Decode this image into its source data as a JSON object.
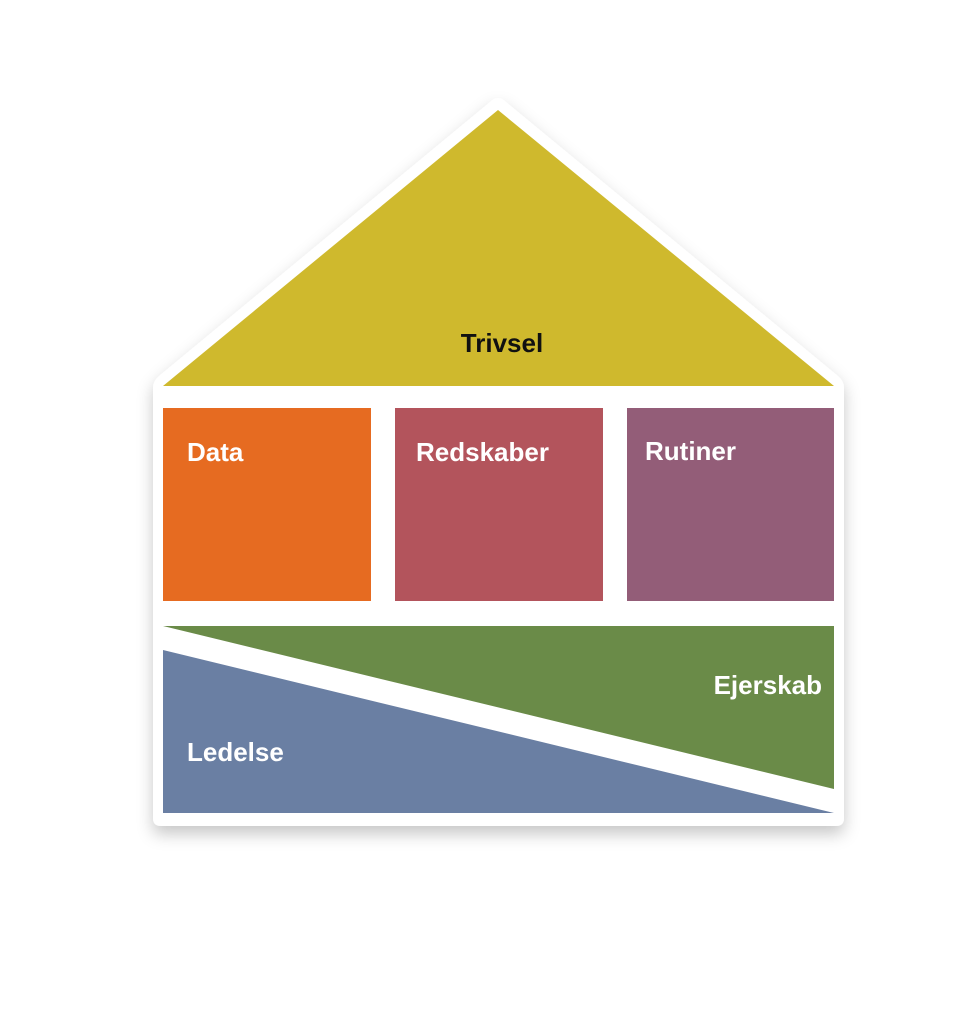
{
  "diagram": {
    "roof": {
      "label": "Trivsel",
      "color": "#CFB92D",
      "text_color": "#111111"
    },
    "pillars": [
      {
        "label": "Data",
        "color": "#E66B21"
      },
      {
        "label": "Redskaber",
        "color": "#B3545C"
      },
      {
        "label": "Rutiner",
        "color": "#935D78"
      }
    ],
    "foundation": {
      "upper": {
        "label": "Ejerskab",
        "color": "#6A8B48"
      },
      "lower": {
        "label": "Ledelse",
        "color": "#6A7FA3"
      }
    },
    "outline_color": "#ffffff",
    "pillar_text_color": "#ffffff"
  }
}
